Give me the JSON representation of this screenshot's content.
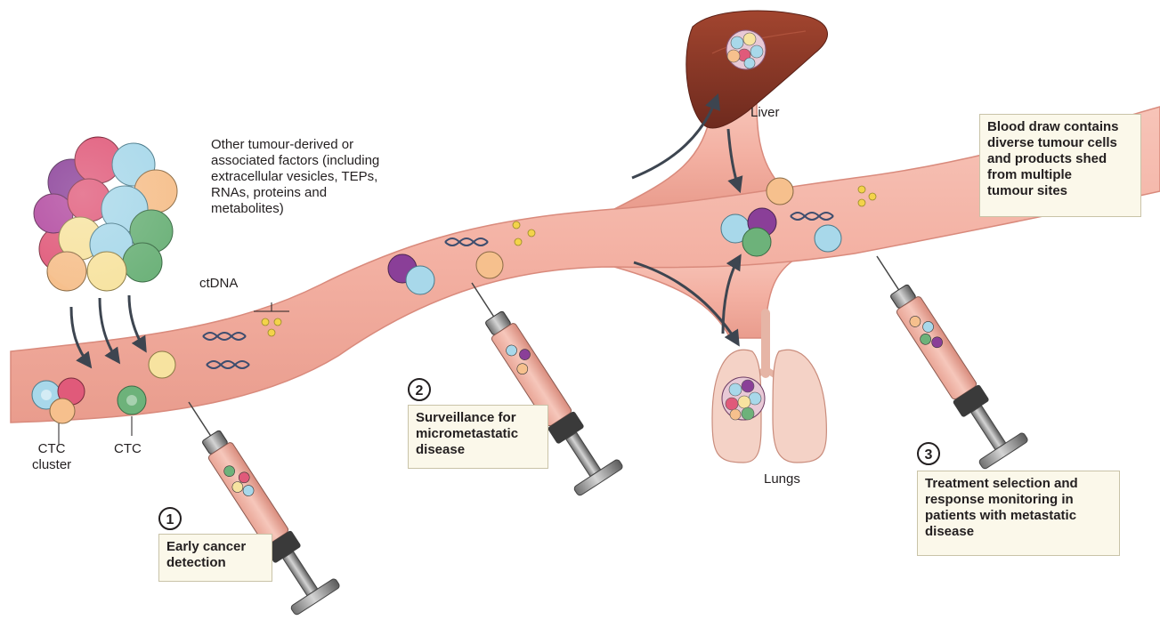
{
  "labels": {
    "other_factors": "Other tumour-derived or\nassociated factors (including\nextracellular vesicles, TEPs,\nRNAs, proteins and\nmetabolites)",
    "ctdna": "ctDNA",
    "ctc_cluster": "CTC\ncluster",
    "ctc": "CTC",
    "liver": "Liver",
    "lungs": "Lungs"
  },
  "callouts": {
    "blood_draw": "Blood draw contains\ndiverse tumour cells\nand products shed\nfrom multiple\ntumour sites",
    "early_detection": "Early cancer\ndetection",
    "surveillance": "Surveillance for\nmicrometastatic\ndisease",
    "treatment": "Treatment selection and\nresponse monitoring in\npatients with metastatic\ndisease"
  },
  "steps": {
    "one": "1",
    "two": "2",
    "three": "3"
  },
  "colors": {
    "vessel_fill": "#f3b5a8",
    "vessel_edge": "#d98a7c",
    "liver": "#8e3a2a",
    "lung": "#f4d2c6",
    "cell_pink": "#e05a7a",
    "cell_blue": "#a8d8ea",
    "cell_yellow": "#f7e3a0",
    "cell_orange": "#f6c08d",
    "cell_green": "#6db27a",
    "cell_purple": "#8a3f98",
    "vesicle": "#f3d34a",
    "box_bg": "#fbf8ea"
  },
  "icons": [
    "syringe-icon",
    "dna-icon",
    "tumour-icon",
    "liver-icon",
    "lungs-icon"
  ]
}
